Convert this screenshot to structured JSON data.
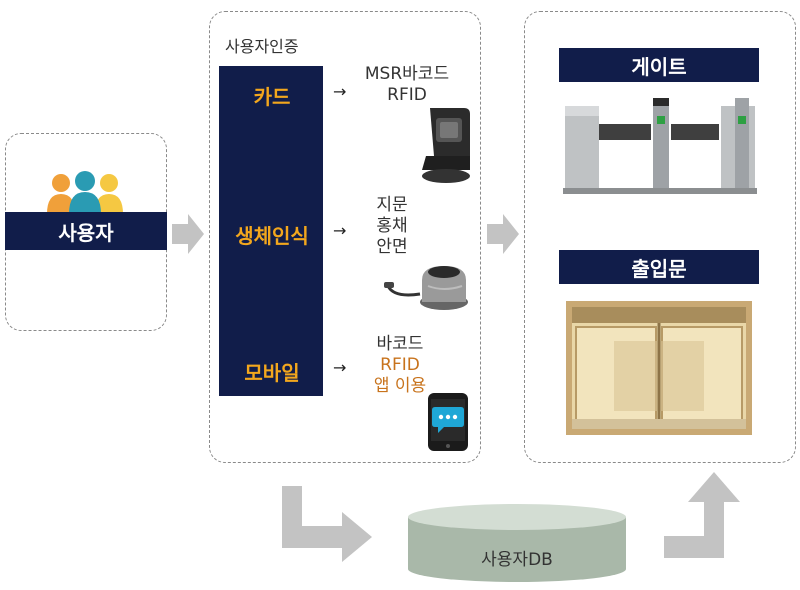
{
  "user": {
    "label": "사용자"
  },
  "auth": {
    "title": "사용자인증",
    "methods": [
      {
        "label": "카드",
        "details": [
          "MSR바코드",
          "RFID"
        ]
      },
      {
        "label": "생체인식",
        "details": [
          "지문",
          "홍채",
          "안면"
        ]
      },
      {
        "label": "모바일",
        "details": [
          "바코드",
          "RFID",
          "앱 이용"
        ]
      }
    ],
    "arrow_symbol": "→"
  },
  "outputs": {
    "gate_label": "게이트",
    "door_label": "출입문"
  },
  "db": {
    "label": "사용자DB"
  },
  "colors": {
    "navy": "#111d4a",
    "method_text": "#f3a71d",
    "mobile_detail_highlight": "#c8731c",
    "arrow_gray": "#c3c3c3",
    "db_body": "#a9b8a9"
  }
}
